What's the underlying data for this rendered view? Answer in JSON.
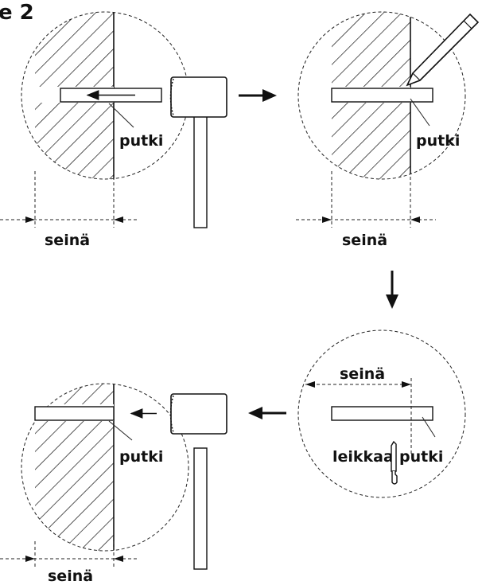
{
  "figure": {
    "title": "e 2"
  },
  "labels": {
    "pipe": "putki",
    "wall": "seinä",
    "cut": "leikkaa"
  }
}
